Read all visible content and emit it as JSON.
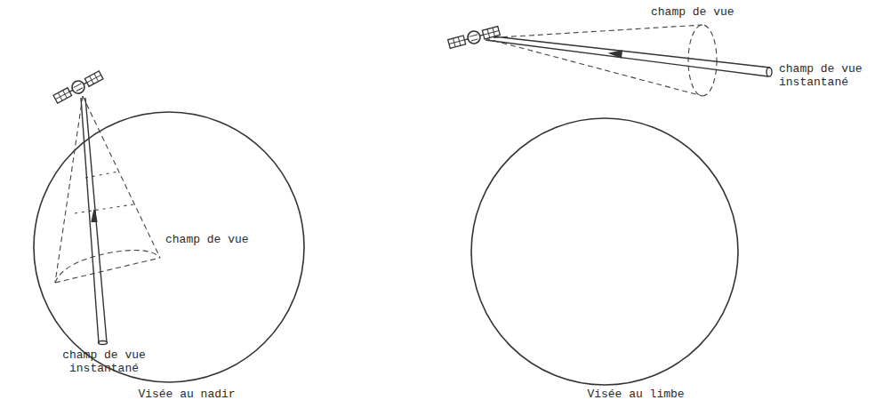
{
  "diagram": {
    "labels": [
      "champ de vue",
      "champ de vue instantané",
      "Visée au nadir",
      "champ de vue",
      "champ de vue instantané",
      "Visée au limbe"
    ]
  }
}
